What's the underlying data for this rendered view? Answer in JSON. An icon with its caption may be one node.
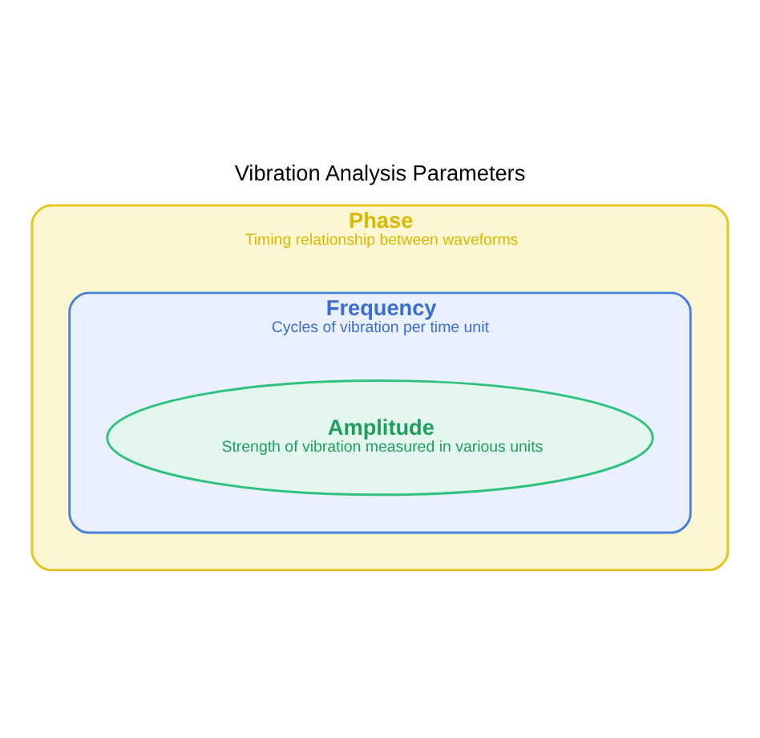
{
  "diagram": {
    "title": "Vibration Analysis Parameters",
    "nodes": [
      {
        "text": [
          "Phase",
          "Timing relationship between waveforms"
        ]
      },
      {
        "text": [
          "Frequency",
          "Cycles of vibration per time unit"
        ],
        "in": 0
      },
      {
        "text": [
          "Amplitude",
          "Strength of vibration measured in various units"
        ],
        "in": 1
      }
    ],
    "edges": []
  }
}
